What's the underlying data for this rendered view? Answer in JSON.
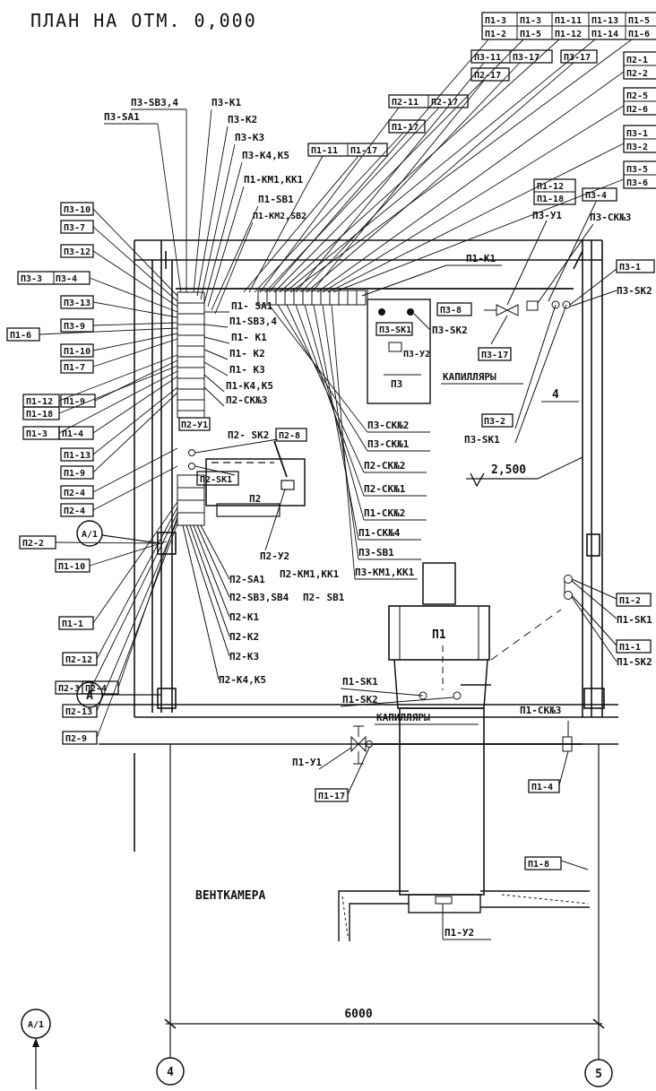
{
  "title": "ПЛАН НА ОТМ. 0,000",
  "room_name": "ВЕНТКАМЕРА",
  "dimension": "6000",
  "elevation": "2,500",
  "axes": {
    "a": "А",
    "a1": "А/1",
    "col4": "4",
    "col5": "5",
    "wall_mark": "4"
  },
  "tags_top_right": [
    [
      "П1-3",
      "П1-3",
      "П1-11",
      "П1-13",
      "П1-5"
    ],
    [
      "П1-2",
      "П1-5",
      "П1-12",
      "П1-14",
      "П1-6"
    ]
  ],
  "tags_top_row2": [
    "П3-11",
    "П3-17",
    "П3-17"
  ],
  "tags_top_row3": [
    "П2-17"
  ],
  "tags_right_col": [
    [
      "П2-1",
      "П2-2"
    ],
    [
      "П2-5",
      "П2-6"
    ],
    [
      "П3-1",
      "П3-2"
    ],
    [
      "П3-5",
      "П3-6"
    ]
  ],
  "tags_mid": [
    "П2-11",
    "П2-17",
    "П1-17",
    "П1-11",
    "П1-17"
  ],
  "left_labels": {
    "p3sb34": "П3-SВ3,4",
    "p3sa1": "П3-SА1",
    "p3k1": "П3-К1",
    "p3k2": "П3-К2",
    "p3k3": "П3-К3",
    "p3k45": "П3-К4,К5",
    "p1km1": "П1-КМ1,КК1",
    "p1sb1": "П1-SВ1",
    "p1km2": "П1-КМ2,SВ2"
  },
  "left_boxes": [
    "П3-10",
    "П3-7",
    "П3-12",
    "П3-3",
    "П3-4",
    "П3-13",
    "П3-9",
    "П1-6",
    "П1-10",
    "П1-7",
    "П1-12",
    "П1-9",
    "П1-18",
    "П1-3",
    "П1-4",
    "П1-13",
    "П1-9",
    "П2-4",
    "П2-4",
    "П2-2",
    "П1-10",
    "П1-1",
    "П2-12",
    "П2-3",
    "П2-4",
    "П2-13",
    "П2-9"
  ],
  "panel_labels": {
    "p1sa1": "П1- SА1",
    "p1sb34": "П1-SВ3,4",
    "p1k1": "П1- К1",
    "p1k2": "П1- К2",
    "p1k3": "П1- К3",
    "p1k45": "П1-К4,К5",
    "p2ck3": "П2-СК№3",
    "p2y1": "П2-У1",
    "p2sk2": "П2- SК2",
    "p2b": "П2-8",
    "p2sk1": "П2-SК1",
    "p2": "П2",
    "p2y2": "П2-У2",
    "p2sa1": "П2-SА1",
    "p2sb34": "П2-SВ3,SВ4",
    "p2k1": "П2-К1",
    "p2k2": "П2-К2",
    "p2k3": "П2-К3",
    "p2k45": "П2-К4,К5",
    "p2km1": "П2-КМ1,КК1",
    "p2sb1": "П2- SВ1"
  },
  "p3_block": {
    "p3_8": "П3-8",
    "p3sk1": "П3-SК1",
    "p3sk2": "П3-SК2",
    "p3y2": "П3-У2",
    "p3": "П3",
    "capillaries": "КАПИЛЛЯРЫ",
    "p3_17": "П3-17",
    "p3_2": "П3-2",
    "p3sk1b": "П3-SК1",
    "p3y1": "П3-У1",
    "p3ck3": "П3-СК№3",
    "p3_4": "П3-4",
    "p3_1": "П3-1",
    "p3sk2b": "П3-SК2",
    "p1_12": "П1-12",
    "p1_18": "П1-18",
    "p1k1": "П1-К1"
  },
  "cable_labels": [
    "П3-СК№2",
    "П3-СК№1",
    "П2-СК№2",
    "П2-СК№1",
    "П1-СК№2",
    "П1-СК№4",
    "П3-SВ1",
    "П3-КМ1,КК1"
  ],
  "unit_p1": {
    "name": "П1",
    "sk1": "П1-SК1",
    "sk2": "П1-SК2",
    "capillaries": "КАПИЛЛЯРЫ",
    "ck3": "П1-СК№3",
    "y1": "П1-У1",
    "p1_17": "П1-17",
    "p1_4": "П1-4",
    "p1_8": "П1-8",
    "y2": "П1-У2",
    "r_p12": "П1-2",
    "r_sk1": "П1-SК1",
    "r_p11": "П1-1",
    "r_sk2": "П1-SК2"
  }
}
